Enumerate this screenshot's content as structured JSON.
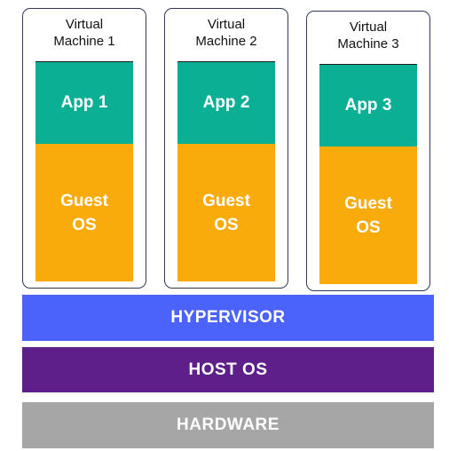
{
  "colors": {
    "app": "#0aaf94",
    "guest_os": "#f8ab0b",
    "hypervisor": "#4b63fb",
    "host_os": "#5f1f8a",
    "hardware": "#a6a6a6",
    "vm_border": "#2f3a5a"
  },
  "vms": [
    {
      "title": "Virtual\nMachine 1",
      "app": "App 1",
      "guest_os": "Guest\nOS"
    },
    {
      "title": "Virtual\nMachine 2",
      "app": "App 2",
      "guest_os": "Guest\nOS"
    },
    {
      "title": "Virtual\nMachine 3",
      "app": "App 3",
      "guest_os": "Guest\nOS"
    }
  ],
  "layers": {
    "hypervisor": "HYPERVISOR",
    "host_os": "HOST OS",
    "hardware": "HARDWARE"
  }
}
